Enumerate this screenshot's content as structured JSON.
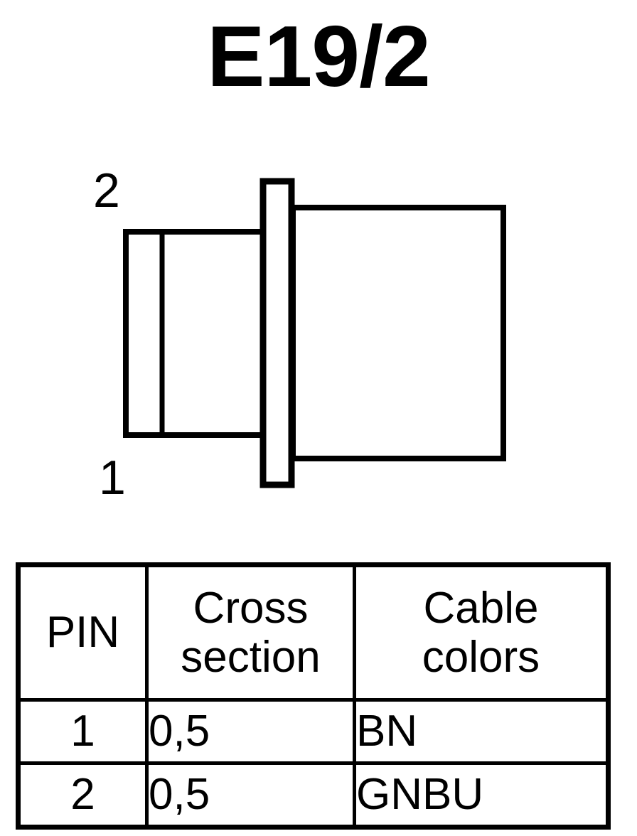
{
  "title": "E19/2",
  "diagram": {
    "name": "connector-front-view",
    "pin_labels": [
      {
        "id": "pin-2",
        "text": "2"
      },
      {
        "id": "pin-1",
        "text": "1"
      }
    ],
    "stroke_color": "#000000",
    "fill_color": "#ffffff"
  },
  "table": {
    "headers": [
      "PIN",
      "Cross section",
      "Cable colors"
    ],
    "header_lines": {
      "pin": [
        "PIN"
      ],
      "cross": [
        "Cross",
        "section"
      ],
      "colors": [
        "Cable",
        "colors"
      ]
    },
    "rows": [
      {
        "pin": "1",
        "cross_section": "0,5",
        "cable_colors": "BN"
      },
      {
        "pin": "2",
        "cross_section": "0,5",
        "cable_colors": "GNBU"
      }
    ]
  }
}
